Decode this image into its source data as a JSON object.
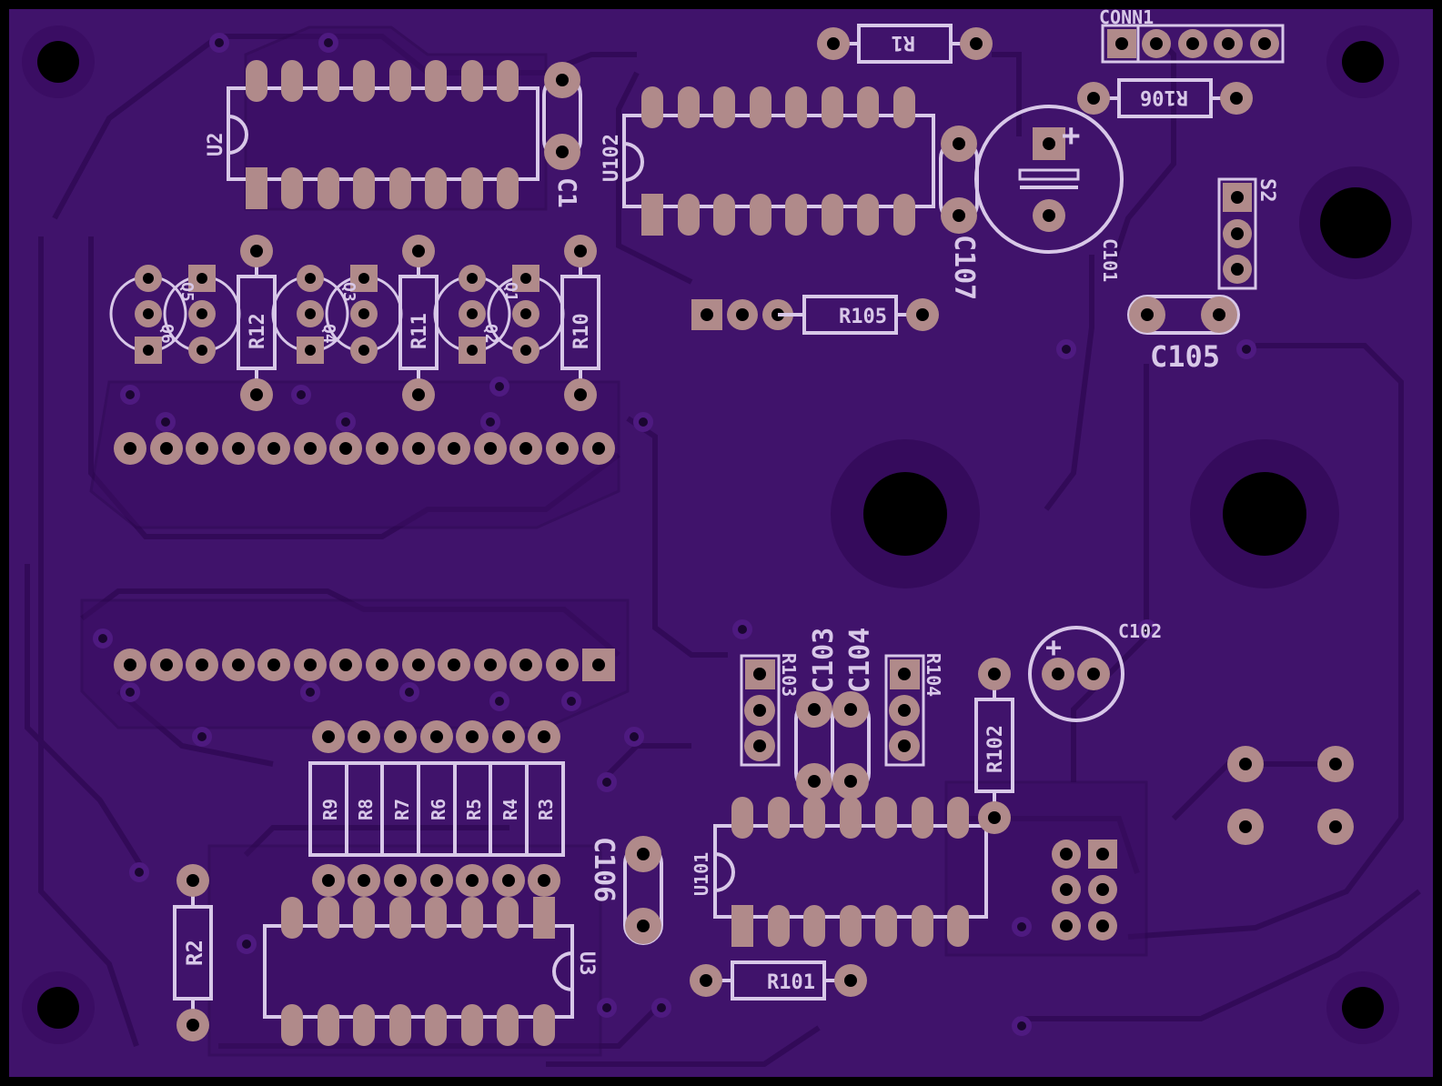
{
  "colors": {
    "background": "#000000",
    "board": "#40136b",
    "board_edge": "#2a0a4a",
    "copper_fill": "#4a1a78",
    "trace": "#350a5c",
    "silk": "#d8c8e8",
    "pad": "#b08a8a",
    "hole": "#000000",
    "via": "#1a0630"
  },
  "labels": {
    "u2": "U2",
    "u102": "U102",
    "u101": "U101",
    "u3": "U3",
    "c1": "C1",
    "c107": "C107",
    "c101": "C101",
    "c105": "C105",
    "c102": "C102",
    "c103": "C103",
    "c104": "C104",
    "c106": "C106",
    "r1": "R1",
    "r106": "R106",
    "r105": "R105",
    "r12": "R12",
    "r11": "R11",
    "r10": "R10",
    "r102": "R102",
    "r103": "R103",
    "r104": "R104",
    "r101": "R101",
    "r2": "R2",
    "r9": "R9",
    "r8": "R8",
    "r7": "R7",
    "r6": "R6",
    "r5": "R5",
    "r4": "R4",
    "r3": "R3",
    "q5": "Q5",
    "q6": "Q6",
    "q3": "Q3",
    "q4": "Q4",
    "q1": "Q1",
    "q2": "Q2",
    "conn1": "CONN1",
    "s2": "S2",
    "plus1": "+",
    "plus2": "+"
  }
}
